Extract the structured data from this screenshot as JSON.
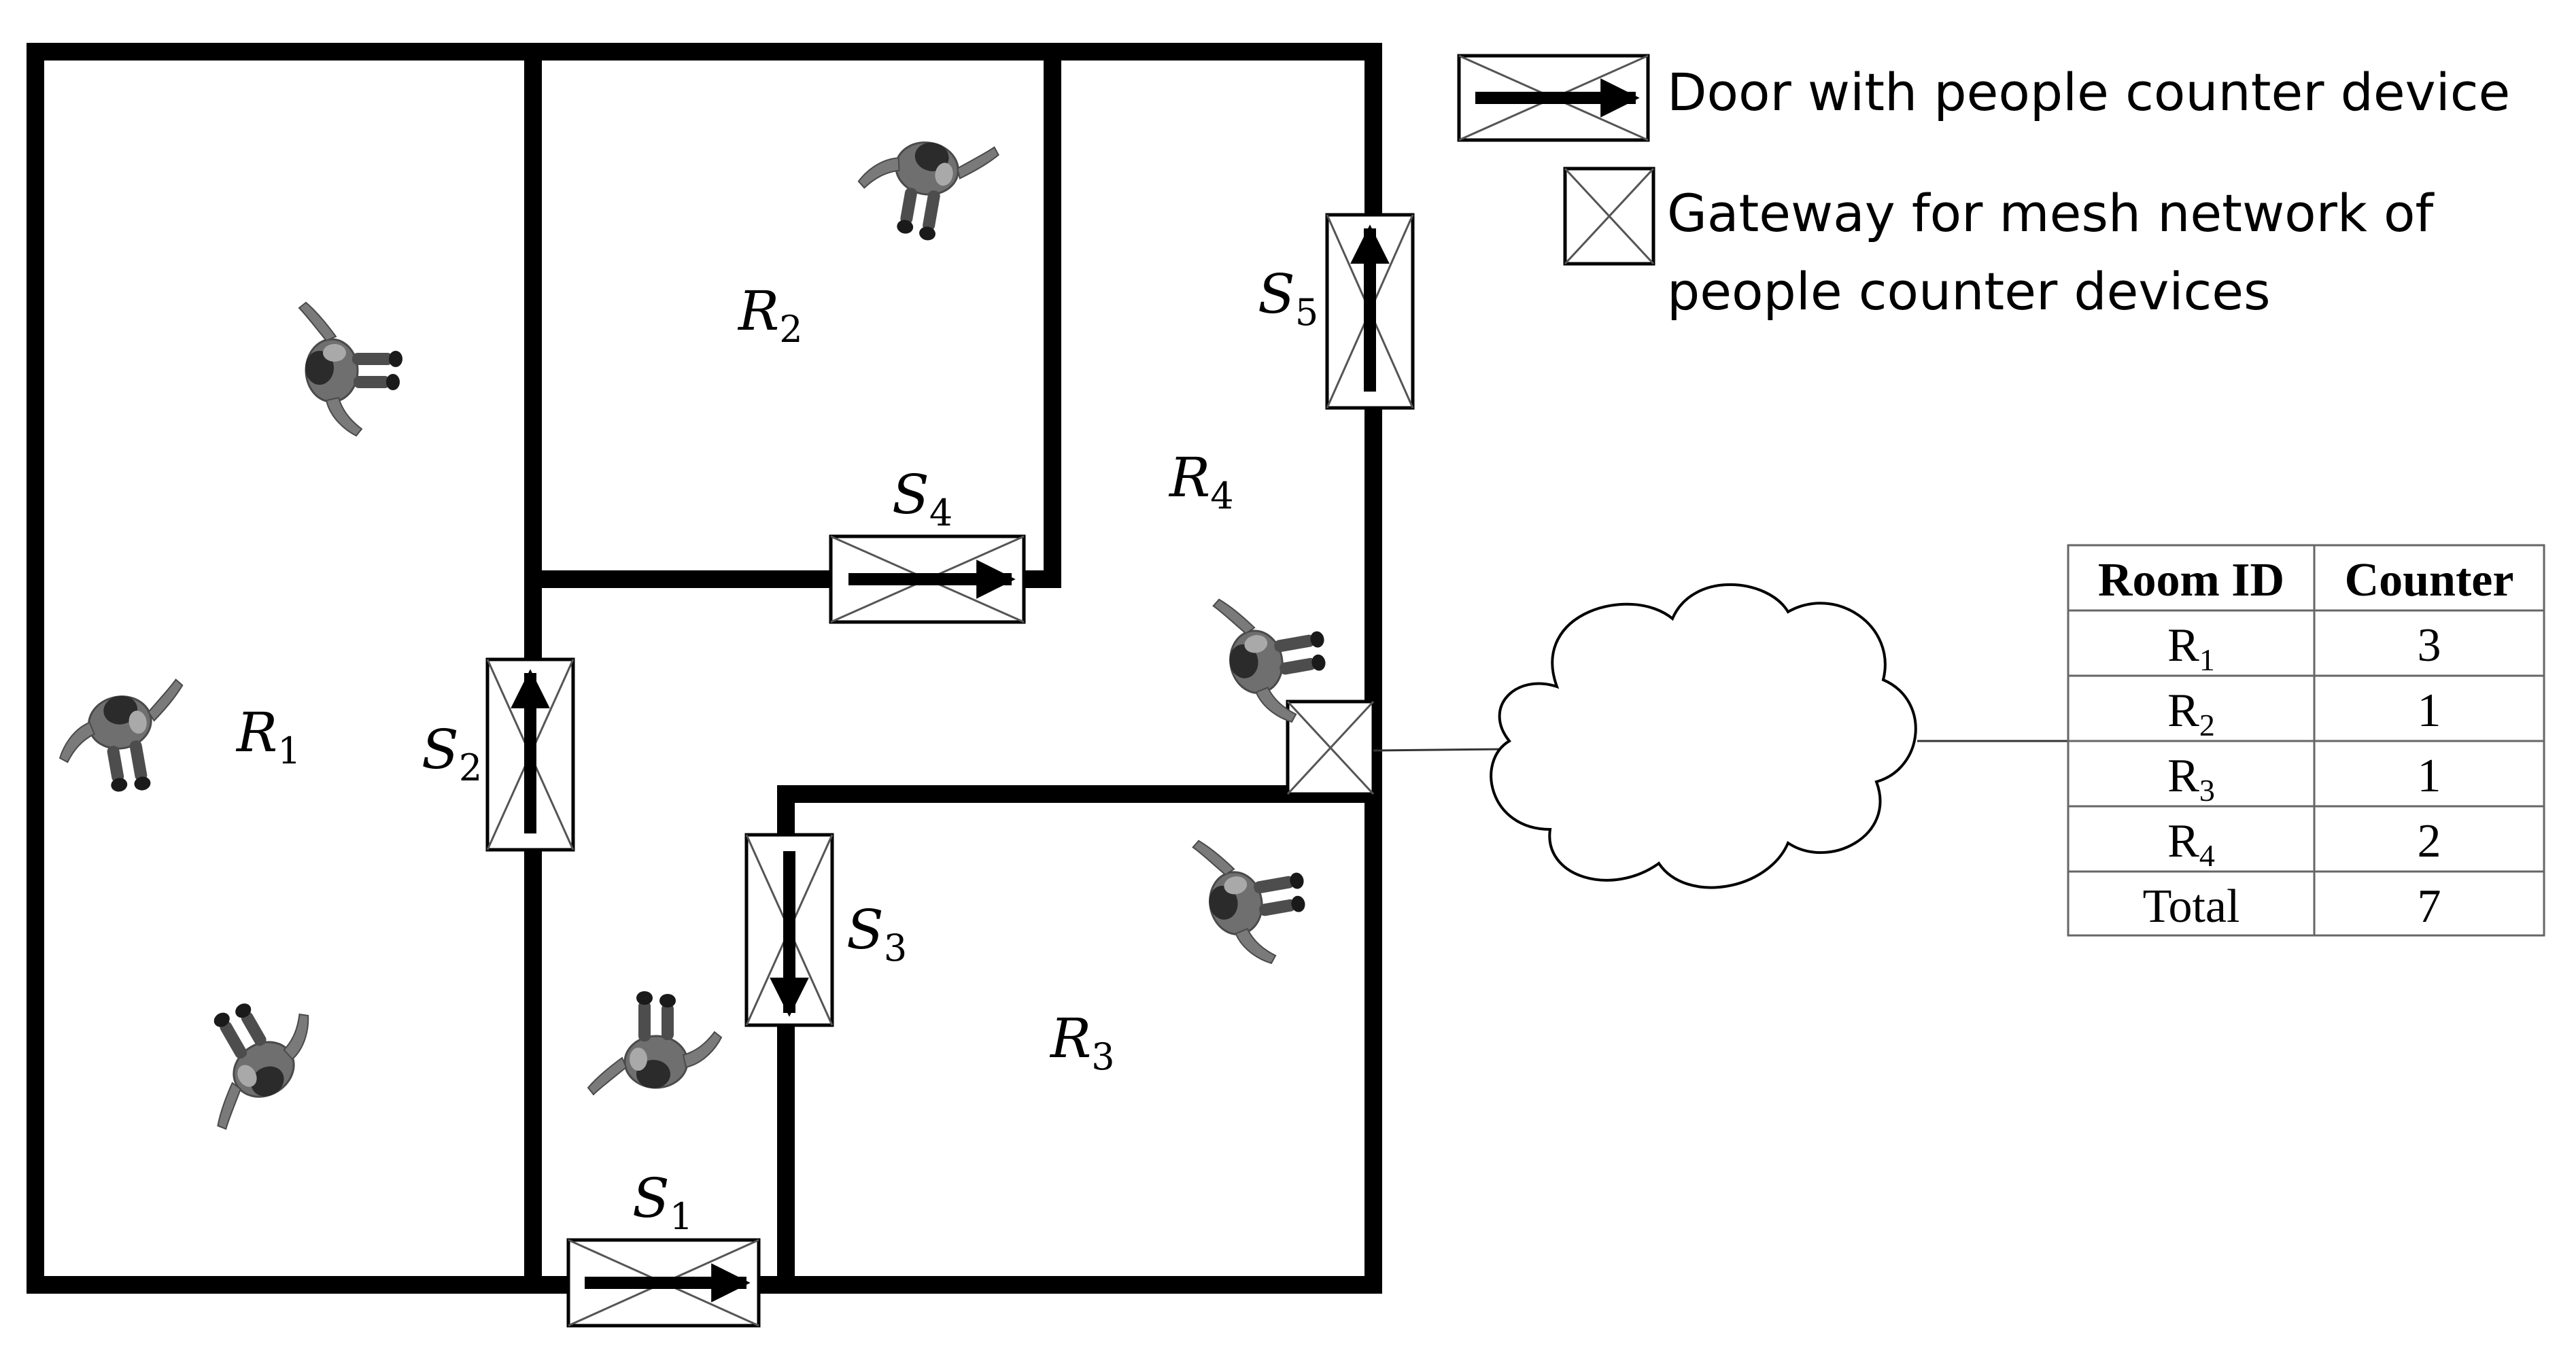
{
  "rooms": [
    {
      "id": "r1",
      "letter": "R",
      "sub": "1"
    },
    {
      "id": "r2",
      "letter": "R",
      "sub": "2"
    },
    {
      "id": "r3",
      "letter": "R",
      "sub": "3"
    },
    {
      "id": "r4",
      "letter": "R",
      "sub": "4"
    }
  ],
  "sensors": [
    {
      "id": "s1",
      "letter": "S",
      "sub": "1"
    },
    {
      "id": "s2",
      "letter": "S",
      "sub": "2"
    },
    {
      "id": "s3",
      "letter": "S",
      "sub": "3"
    },
    {
      "id": "s4",
      "letter": "S",
      "sub": "4"
    },
    {
      "id": "s5",
      "letter": "S",
      "sub": "5"
    }
  ],
  "legend": {
    "door_label": "Door with people counter device",
    "gateway_label_line1": "Gateway for mesh network of",
    "gateway_label_line2": "people counter devices"
  },
  "table": {
    "headers": [
      "Room ID",
      "Counter"
    ],
    "rows": [
      {
        "room": "R",
        "sub": "1",
        "counter": "3"
      },
      {
        "room": "R",
        "sub": "2",
        "counter": "1"
      },
      {
        "room": "R",
        "sub": "3",
        "counter": "1"
      },
      {
        "room": "R",
        "sub": "4",
        "counter": "2"
      },
      {
        "room": "Total",
        "sub": "",
        "counter": "7"
      }
    ]
  },
  "people_count": 7,
  "icons": [
    "person-topview-icon",
    "cloud-icon",
    "door-sensor-icon",
    "gateway-icon"
  ]
}
